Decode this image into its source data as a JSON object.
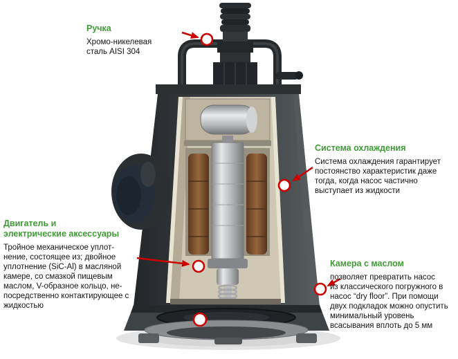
{
  "colors": {
    "accent_green": "#3f9c35",
    "accent_red": "#cc0000"
  },
  "callouts": {
    "handle": {
      "title": "Ручка",
      "body": "Хромо-никелевая\nсталь AISI 304"
    },
    "cooling": {
      "title": "Система охлаждения",
      "body": "Система охлаждения гарантирует\nпостоянство характеристик даже\nтогда, когда насос частично\nвыступает из жидкости"
    },
    "motor": {
      "title": "Двигатель и\nэлектрические аксессуары",
      "body": "Тройное механическое уплот-\nнение, состоящее из; двойное\nуплотнение (SiC-Al) в масляной\nкамере, со смазкой пищевым\nмаслом, V-образное кольцо, не-\nпосредственно контактирующее с\nжидкостью"
    },
    "oil": {
      "title": "Камера с маслом",
      "body": "позволяет превратить насос\nиз классического погружного в\nнасос “dry floor”. При помощи\nдвух подкладок можно опустить\nминимальный уровень\nвсасывания вплоть до 5 мм"
    }
  }
}
